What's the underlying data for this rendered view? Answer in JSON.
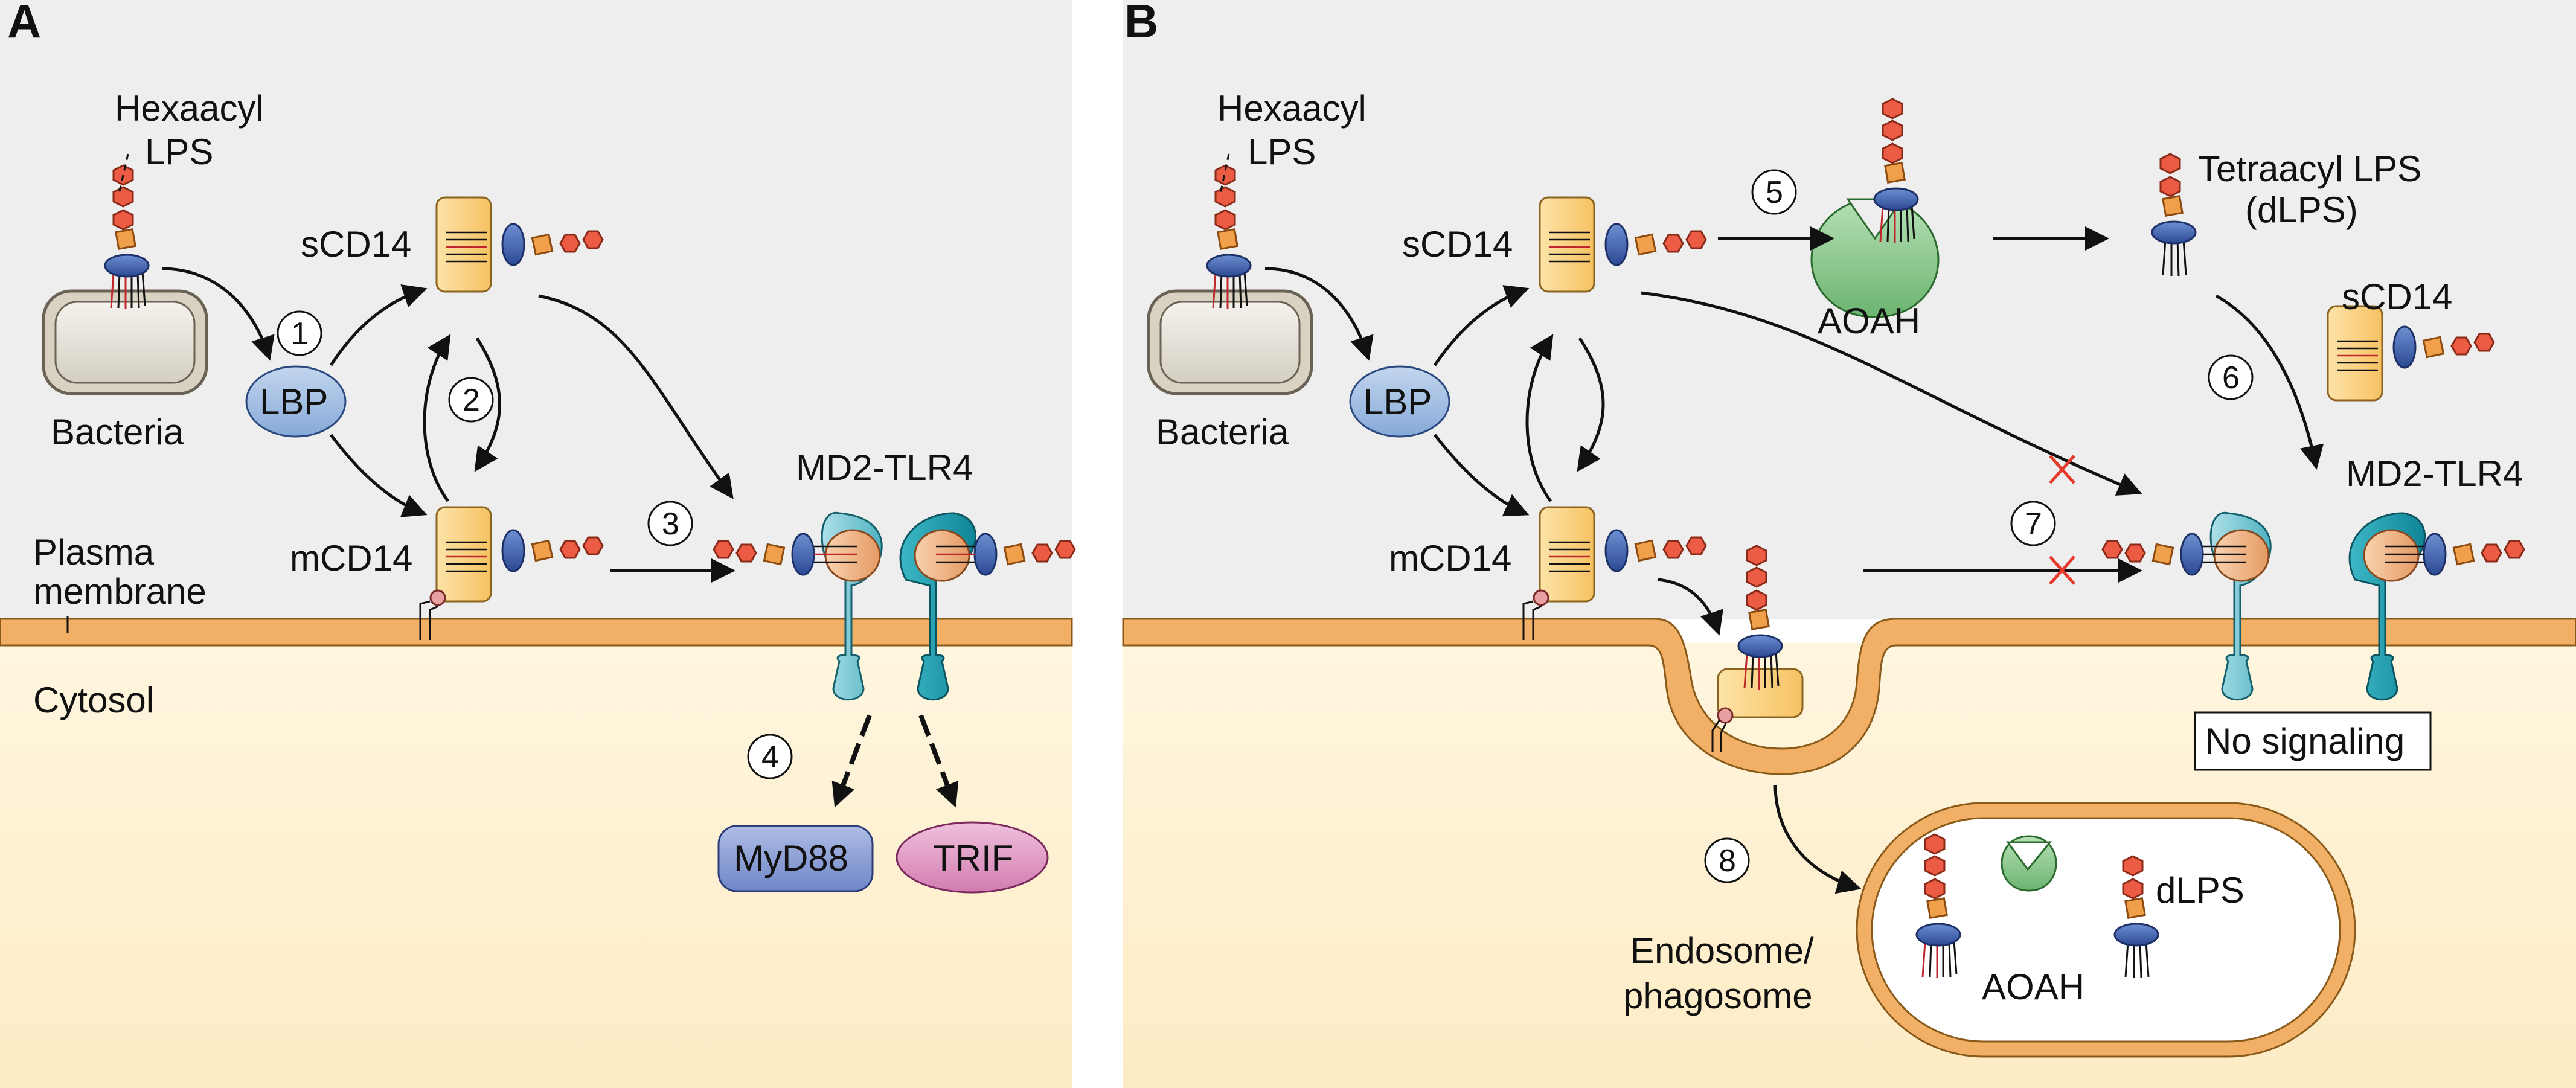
{
  "panel_a": {
    "letter": "A",
    "lps_label_1": "Hexaacyl",
    "lps_label_2": "LPS",
    "bacteria": "Bacteria",
    "lbp": "LBP",
    "scd14": "sCD14",
    "mcd14": "mCD14",
    "receptor": "MD2-TLR4",
    "plasma_membrane_1": "Plasma",
    "plasma_membrane_2": "membrane",
    "cytosol": "Cytosol",
    "myd88": "MyD88",
    "trif": "TRIF",
    "steps": [
      "1",
      "2",
      "3",
      "4"
    ]
  },
  "panel_b": {
    "letter": "B",
    "lps_label_1": "Hexaacyl",
    "lps_label_2": "LPS",
    "bacteria": "Bacteria",
    "lbp": "LBP",
    "scd14": "sCD14",
    "mcd14": "mCD14",
    "aoah": "AOAH",
    "tetraacyl_1": "Tetraacyl LPS",
    "tetraacyl_2": "(dLPS)",
    "scd14_right": "sCD14",
    "receptor": "MD2-TLR4",
    "no_signaling": "No signaling",
    "endosome_1": "Endosome/",
    "endosome_2": "phagosome",
    "dlps": "dLPS",
    "aoah_endosome": "AOAH",
    "steps": [
      "5",
      "6",
      "7",
      "8"
    ]
  },
  "colors": {
    "membrane": "#f2b066",
    "cytosol": "#fff3d6",
    "extracellular": "#eeeeee",
    "lbp": "#9fbde0",
    "cd14": "#fbd386",
    "lipid_a": "#3a5ca8",
    "sugar_hex": "#e8573f",
    "sugar_square": "#e8963f",
    "tlr4_light": "#8ccbd6",
    "tlr4_dark": "#1e9fb0",
    "md2": "#f1b88a",
    "aoah": "#8cc98e",
    "myd88": "#8ea2d8",
    "trif": "#e39fc9",
    "inhibit_x": "#e53a2a"
  }
}
